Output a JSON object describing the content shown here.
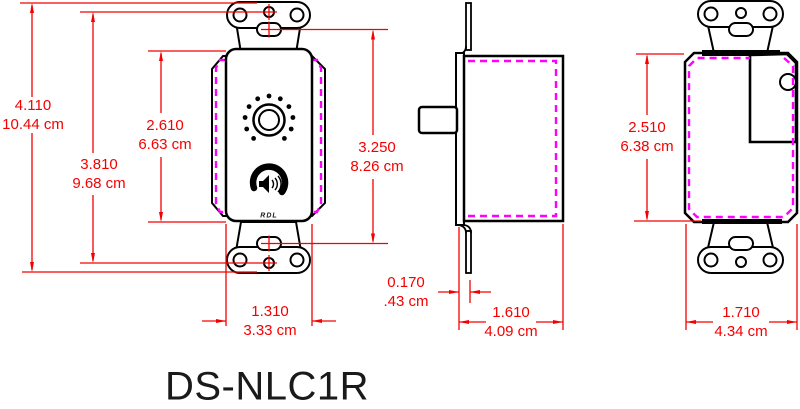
{
  "title": "DS-NLC1R",
  "brand_logo": "RDL",
  "colors": {
    "dimension_red": "#f50000",
    "gasket_magenta": "#ff00ff",
    "drawing_black": "#000000",
    "background": "#ffffff"
  },
  "icons": [
    "volume-knob-icon",
    "knob-scale-dots-icon",
    "speaker-icon",
    "rotation-arc-icon",
    "mounting-ear-icon",
    "screw-hole-icon",
    "mounting-slot-icon"
  ],
  "dimensions": {
    "overall_height": {
      "inches": "4.110",
      "metric": "10.44 cm"
    },
    "hole_spacing": {
      "inches": "3.810",
      "metric": "9.68 cm"
    },
    "insert_height": {
      "inches": "2.610",
      "metric": "6.63 cm"
    },
    "slot_spacing": {
      "inches": "3.250",
      "metric": "8.26 cm"
    },
    "insert_width": {
      "inches": "1.310",
      "metric": "3.33 cm"
    },
    "plate_thickness": {
      "inches": "0.170",
      "metric": ".43 cm"
    },
    "body_depth": {
      "inches": "1.610",
      "metric": "4.09 cm"
    },
    "body_height": {
      "inches": "2.510",
      "metric": "6.38 cm"
    },
    "body_width": {
      "inches": "1.710",
      "metric": "4.34 cm"
    }
  }
}
